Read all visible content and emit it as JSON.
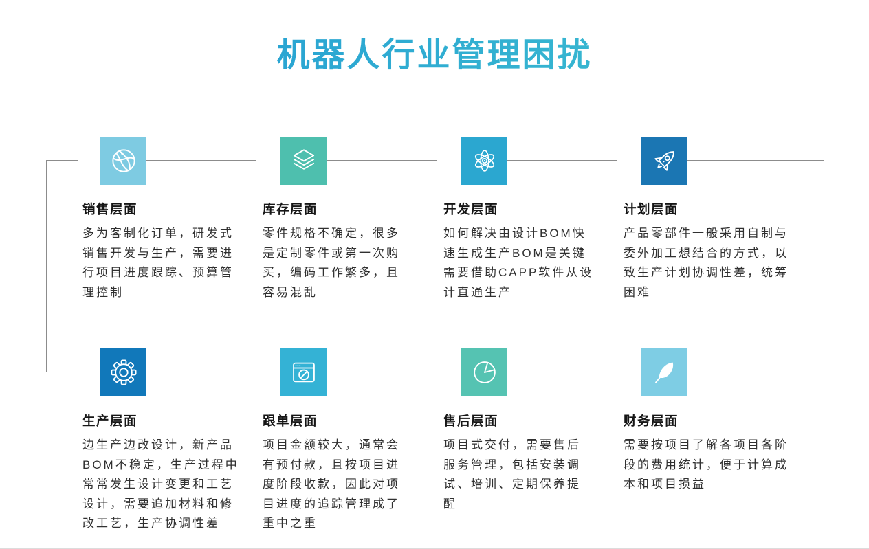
{
  "page": {
    "title": "机器人行业管理困扰",
    "title_gradient": [
      "#1f96d4",
      "#41c4cf"
    ],
    "background": "#ffffff",
    "connector_color": "#8c8c8c"
  },
  "cards": [
    {
      "id": "sales",
      "title": "销售层面",
      "body": "多为客制化订单，研发式\n销售开发与生产，需要进\n行项目进度跟踪、预算管\n理控制",
      "icon": "network-globe-icon",
      "color": "#7ecbe2"
    },
    {
      "id": "inventory",
      "title": "库存层面",
      "body": "零件规格不确定，很多\n是定制零件或第一次购\n买，编码工作繁多，且\n容易混乱",
      "icon": "stacked-layers-icon",
      "color": "#4ebfae"
    },
    {
      "id": "development",
      "title": "开发层面",
      "body": "如何解决由设计BOM快\n速生成生产BOM是关键\n需要借助CAPP软件从设\n计直通生产",
      "icon": "atom-icon",
      "color": "#2ba7d0"
    },
    {
      "id": "planning",
      "title": "计划层面",
      "body": "产品零部件一般采用自制与\n委外加工想结合的方式，以\n致生产计划协调性差，统筹\n困难",
      "icon": "rocket-icon",
      "color": "#1b76b3"
    },
    {
      "id": "production",
      "title": "生产层面",
      "body": "边生产边改设计，新产品\nBOM不稳定，生产过程中\n常常发生设计变更和工艺\n设计，需要追加材料和修\n改工艺，生产协调性差",
      "icon": "gear-icon",
      "color": "#1178ba"
    },
    {
      "id": "order-tracking",
      "title": "跟单层面",
      "body": "项目金额较大，通常会\n有预付款，且按项目进\n度阶段收款，因此对项\n目进度的追踪管理成了\n重中之重",
      "icon": "browser-compass-icon",
      "color": "#34b2d5"
    },
    {
      "id": "after-sales",
      "title": "售后层面",
      "body": "项目式交付，需要售后\n服务管理，包括安装调\n试、培训、定期保养提\n醒",
      "icon": "pie-chart-icon",
      "color": "#55c3b2"
    },
    {
      "id": "finance",
      "title": "财务层面",
      "body": "需要按项目了解各项目各阶\n段的费用统计，便于计算成\n本和项目损益",
      "icon": "feather-icon",
      "color": "#7ecde4"
    }
  ]
}
